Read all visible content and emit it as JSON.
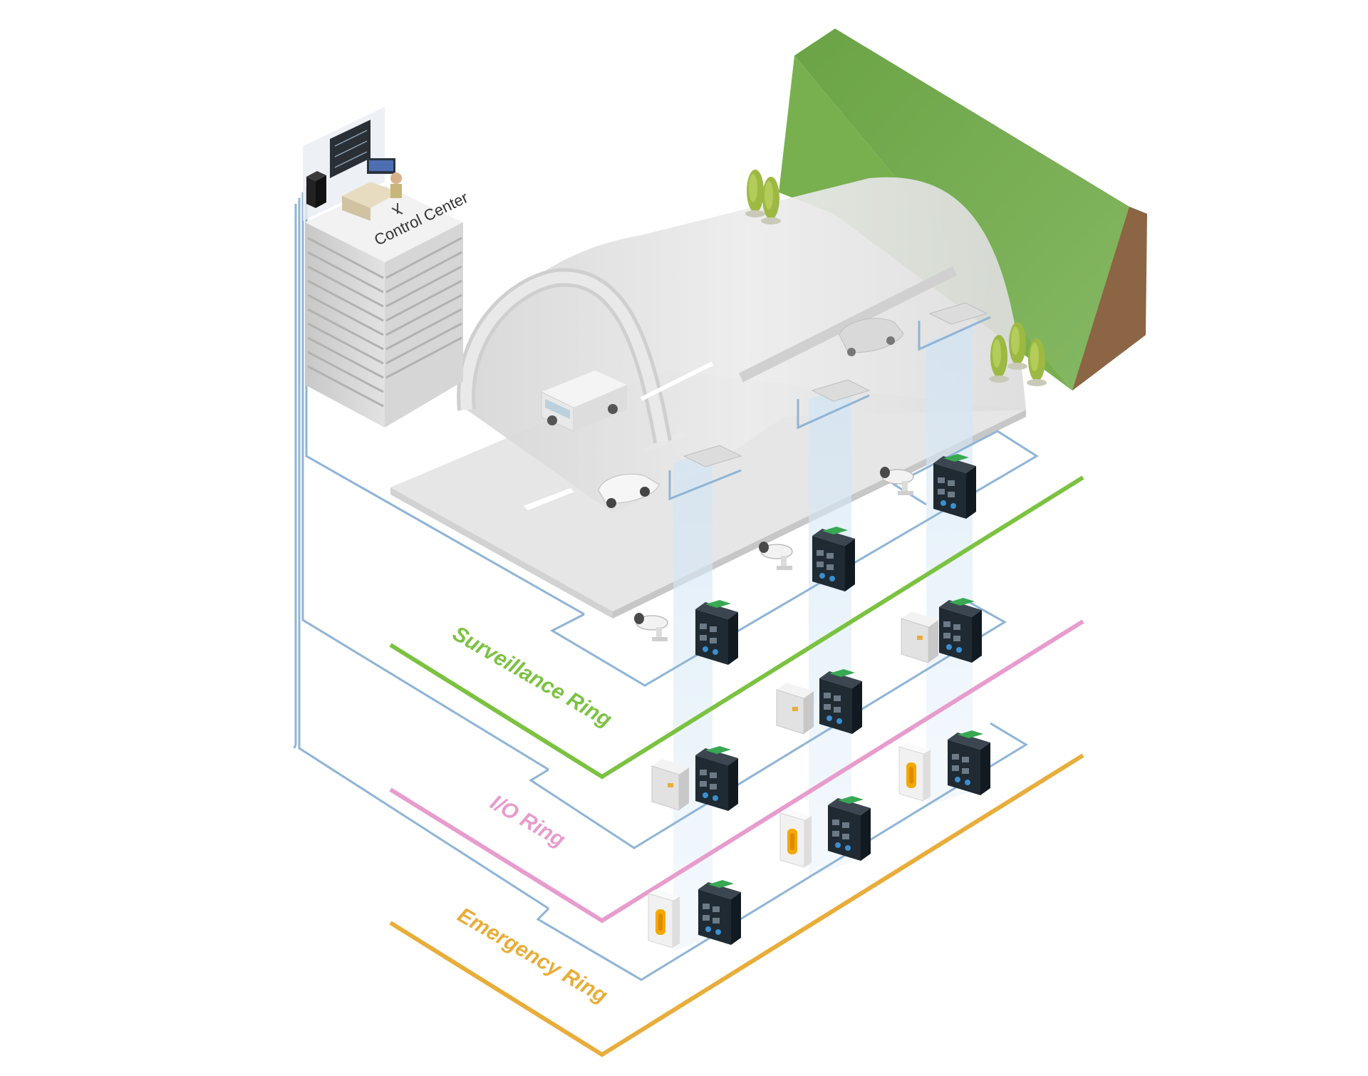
{
  "diagram": {
    "control_center_label": "Control Center",
    "rings": [
      {
        "id": "surveillance",
        "label": "Surveillance Ring",
        "color": "#7cc242"
      },
      {
        "id": "io",
        "label": "I/O Ring",
        "color": "#e79ccd"
      },
      {
        "id": "emergency",
        "label": "Emergency Ring",
        "color": "#e8ad3a"
      }
    ],
    "colors": {
      "cable": "#8fb4d6",
      "beam": "#d7e9f6",
      "hill_top": "#76ad4c",
      "hill_side": "#8b6544",
      "tunnel": "#e4e4e4",
      "road": "#e6e6e6",
      "switch": "#1f2a33",
      "switch_terminal": "#39a853"
    },
    "icons": [
      "building-icon",
      "operator-desk-icon",
      "video-wall-icon",
      "bus-icon",
      "car-icon",
      "camera-icon",
      "io-box-icon",
      "emergency-phone-icon",
      "switch-icon",
      "tree-icon"
    ]
  }
}
